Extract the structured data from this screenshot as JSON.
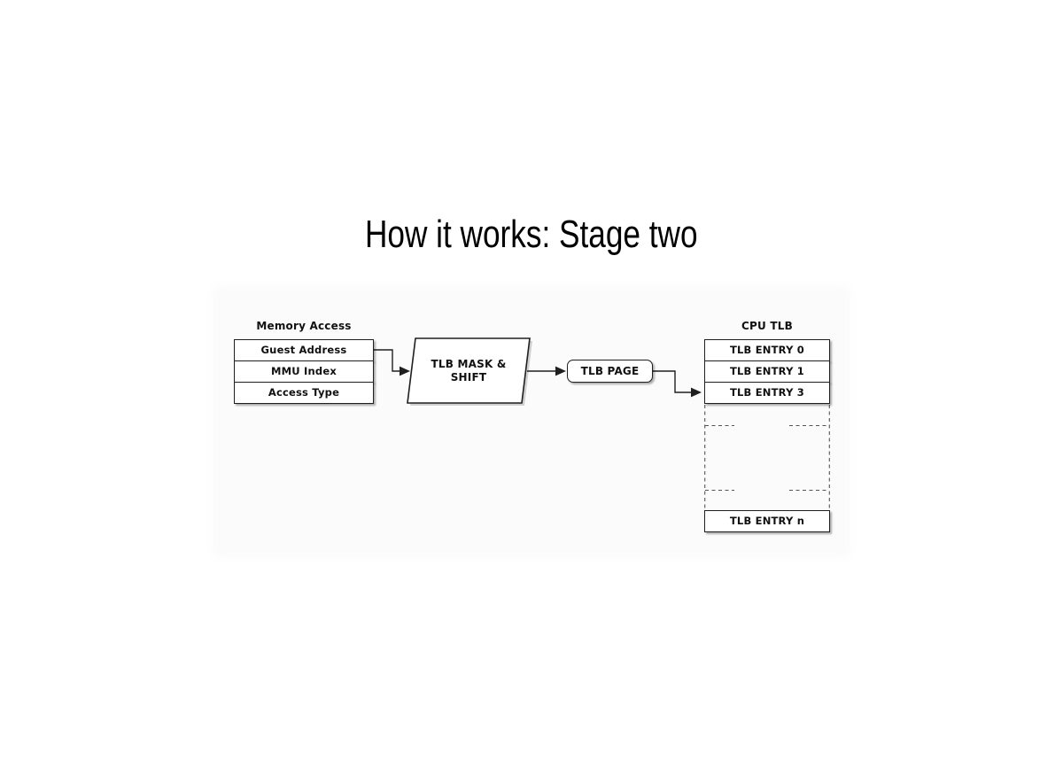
{
  "slide": {
    "title": "How it works: Stage two"
  },
  "diagram": {
    "memory_access": {
      "heading": "Memory Access",
      "rows": [
        "Guest Address",
        "MMU Index",
        "Access Type"
      ]
    },
    "mask_shift": {
      "line1": "TLB MASK &",
      "line2": "SHIFT"
    },
    "tlb_page": {
      "label": "TLB PAGE"
    },
    "cpu_tlb": {
      "heading": "CPU TLB",
      "entries": [
        "TLB ENTRY 0",
        "TLB ENTRY 1",
        "TLB ENTRY 3"
      ],
      "last_entry": "TLB ENTRY n"
    }
  },
  "colors": {
    "border": "#1f1f1f",
    "text": "#111111",
    "dashed": "#555555",
    "diagram_background": "#fbfbfb"
  }
}
